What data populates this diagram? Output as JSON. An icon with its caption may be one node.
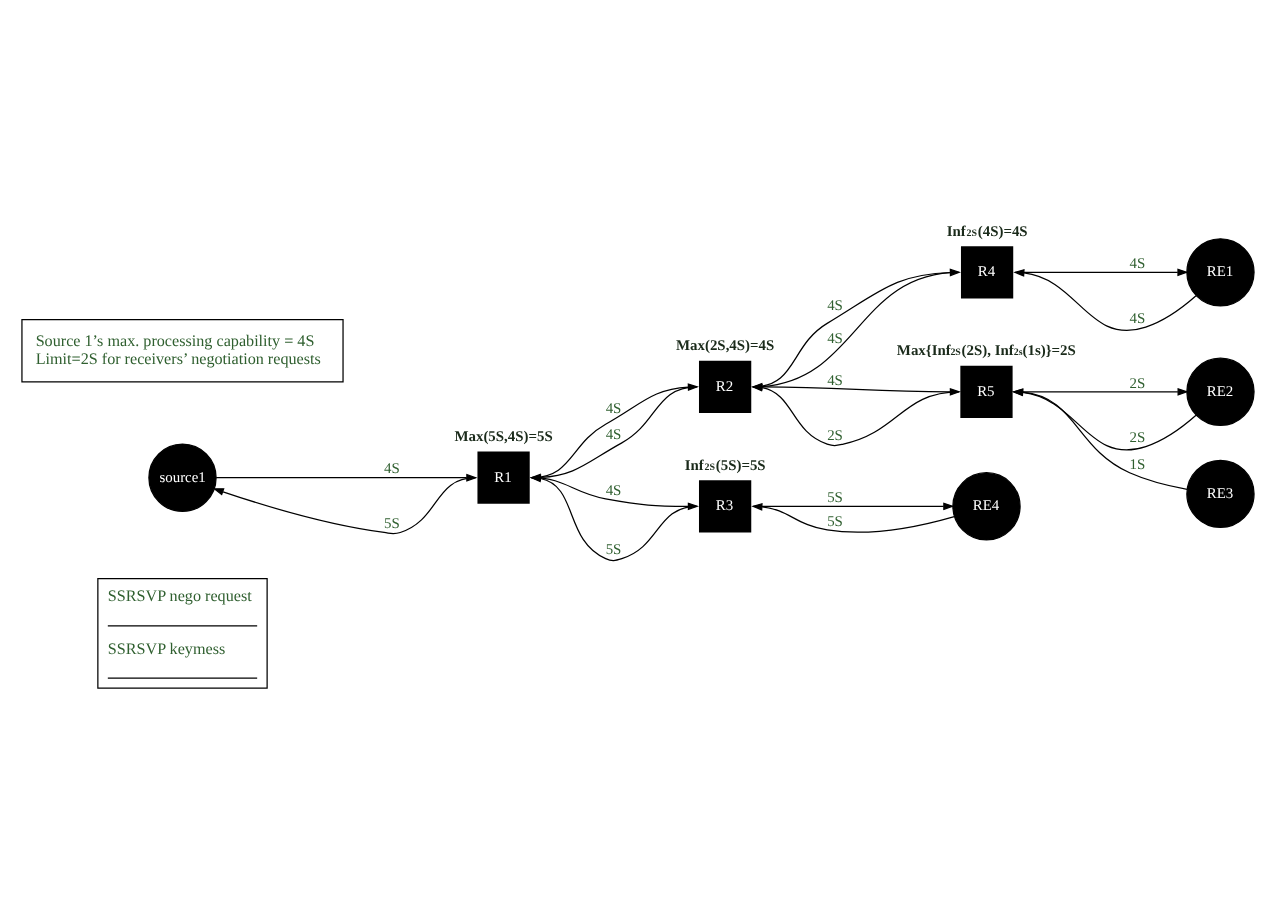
{
  "diagram": {
    "nodes": [
      {
        "text": [
          "Source 1’s max. processing capability = 4S",
          "Limit=2S for receivers’ negotiation requests"
        ]
      },
      {
        "text": [
          "R4"
        ],
        "beside": [
          "Inf$_{2S}$(4S)=4S"
        ]
      },
      {
        "text": [
          "RE1"
        ]
      },
      {
        "text": [
          "R2"
        ],
        "beside": [
          "Max(2S,4S)=4S"
        ]
      },
      {
        "text": [
          "R5"
        ],
        "beside": [
          "Max{Inf$_{2S}$(2S), Inf$_{2s}$(1s)}=2S"
        ]
      },
      {
        "text": [
          "RE2"
        ]
      },
      {
        "text": [
          "source1"
        ]
      },
      {
        "text": [
          "R1"
        ],
        "beside": [
          "Max(5S,4S)=5S"
        ]
      },
      {
        "text": [
          "RE3"
        ]
      },
      {
        "text": [
          "R3"
        ],
        "beside": [
          "Inf$_{2S}$(5S)=5S"
        ]
      },
      {
        "text": [
          "RE4"
        ]
      }
    ],
    "edges": [
      {
        "from": 2,
        "to": 1,
        "arrow": "to",
        "label": "4S"
      },
      {
        "from": 1,
        "to": 2,
        "arrow": "to",
        "label": "4S"
      },
      {
        "from": 1,
        "to": 3,
        "arrow": "to",
        "label": "4S"
      },
      {
        "from": 3,
        "to": 1,
        "arrow": "to",
        "label": "4S"
      },
      {
        "from": 3,
        "to": 7,
        "arrow": "to",
        "label": "4S"
      },
      {
        "from": 7,
        "to": 3,
        "arrow": "to",
        "label": "4S"
      },
      {
        "from": 4,
        "to": 3,
        "arrow": "to",
        "label": "2S"
      },
      {
        "from": 3,
        "to": 4,
        "arrow": "to",
        "label": "4S"
      },
      {
        "from": 5,
        "to": 4,
        "arrow": "to",
        "label": "2S"
      },
      {
        "from": 4,
        "to": 5,
        "arrow": "to",
        "label": "2S"
      },
      {
        "from": 8,
        "to": 4,
        "arrow": "to",
        "label": "1S"
      },
      {
        "from": 7,
        "to": 6,
        "arrow": "to",
        "label": "5S"
      },
      {
        "from": 6,
        "to": 7,
        "arrow": "to",
        "label": "4S"
      },
      {
        "from": 9,
        "to": 7,
        "arrow": "to",
        "label": "5S"
      },
      {
        "from": 7,
        "to": 9,
        "arrow": "to",
        "label": "4S"
      },
      {
        "from": 9,
        "to": 10,
        "arrow": "to",
        "label": "5S"
      },
      {
        "from": 10,
        "to": 9,
        "arrow": "to",
        "label": "5S"
      }
    ],
    "legend": [
      {
        "text": "SSRSVP nego request"
      },
      {
        "text": "SSRSVP keymess"
      }
    ]
  }
}
